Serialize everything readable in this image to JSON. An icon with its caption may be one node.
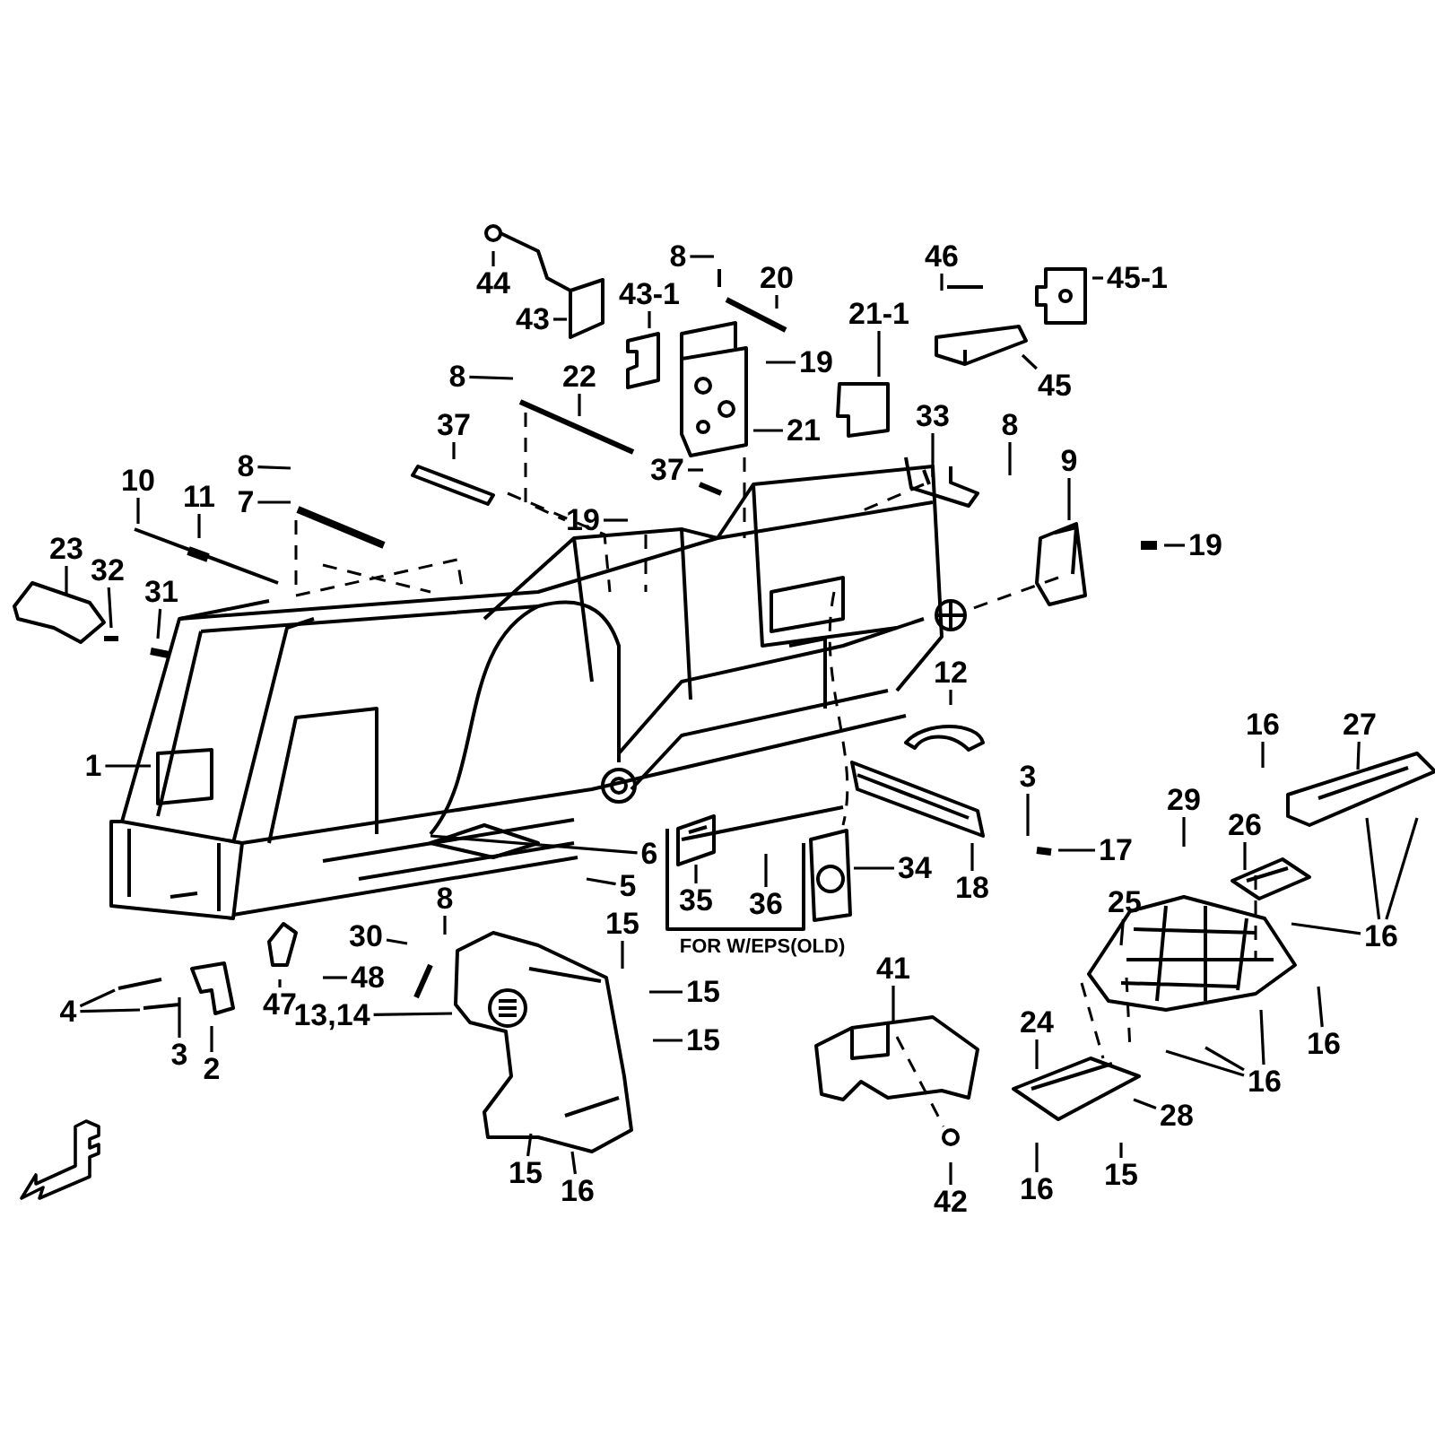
{
  "diagram": {
    "nodes": [
      {
        "text": [
          "44"
        ]
      },
      {
        "text": [
          "43"
        ]
      },
      {
        "text": [
          "43-1"
        ]
      },
      {
        "text": [
          "8"
        ]
      },
      {
        "text": [
          "20"
        ]
      },
      {
        "text": [
          "19"
        ]
      },
      {
        "text": [
          "21-1"
        ]
      },
      {
        "text": [
          "21"
        ]
      },
      {
        "text": [
          "46"
        ]
      },
      {
        "text": [
          "45-1"
        ]
      },
      {
        "text": [
          "45"
        ]
      },
      {
        "text": [
          "8"
        ]
      },
      {
        "text": [
          "22"
        ]
      },
      {
        "text": [
          "37"
        ]
      },
      {
        "text": [
          "37"
        ]
      },
      {
        "text": [
          "19"
        ]
      },
      {
        "text": [
          "33"
        ]
      },
      {
        "text": [
          "8"
        ]
      },
      {
        "text": [
          "9"
        ]
      },
      {
        "text": [
          "19"
        ]
      },
      {
        "text": [
          "8"
        ]
      },
      {
        "text": [
          "7"
        ]
      },
      {
        "text": [
          "10"
        ]
      },
      {
        "text": [
          "11"
        ]
      },
      {
        "text": [
          "23"
        ]
      },
      {
        "text": [
          "32"
        ]
      },
      {
        "text": [
          "31"
        ]
      },
      {
        "text": [
          "1"
        ]
      },
      {
        "text": [
          "12"
        ]
      },
      {
        "text": [
          "6"
        ]
      },
      {
        "text": [
          "5"
        ]
      },
      {
        "text": [
          "35"
        ]
      },
      {
        "text": [
          "36"
        ]
      },
      {
        "text": [
          "34"
        ]
      },
      {
        "text": [
          "18"
        ]
      },
      {
        "text": [
          "3"
        ]
      },
      {
        "text": [
          "17"
        ]
      },
      {
        "text": [
          "16"
        ]
      },
      {
        "text": [
          "27"
        ]
      },
      {
        "text": [
          "29"
        ]
      },
      {
        "text": [
          "26"
        ]
      },
      {
        "text": [
          "16"
        ]
      },
      {
        "text": [
          "25"
        ]
      },
      {
        "text": [
          "8"
        ]
      },
      {
        "text": [
          "30"
        ]
      },
      {
        "text": [
          "48"
        ]
      },
      {
        "text": [
          "47"
        ]
      },
      {
        "text": [
          "13,14"
        ]
      },
      {
        "text": [
          "15"
        ]
      },
      {
        "text": [
          "15"
        ]
      },
      {
        "text": [
          "15"
        ]
      },
      {
        "text": [
          "15"
        ]
      },
      {
        "text": [
          "16"
        ]
      },
      {
        "text": [
          "4"
        ]
      },
      {
        "text": [
          "3"
        ]
      },
      {
        "text": [
          "2"
        ]
      },
      {
        "text": [
          "41"
        ]
      },
      {
        "text": [
          "42"
        ]
      },
      {
        "text": [
          "24"
        ]
      },
      {
        "text": [
          "28"
        ]
      },
      {
        "text": [
          "16"
        ]
      },
      {
        "text": [
          "15"
        ]
      },
      {
        "text": [
          "16"
        ]
      },
      {
        "text": [
          "16"
        ]
      }
    ],
    "edges": [
      {
        "from": 0,
        "to": null,
        "arrow": "none"
      },
      {
        "from": 1,
        "to": null,
        "arrow": "none"
      },
      {
        "from": 2,
        "to": null,
        "arrow": "none"
      },
      {
        "from": 3,
        "to": null,
        "arrow": "none"
      },
      {
        "from": 4,
        "to": null,
        "arrow": "none"
      },
      {
        "from": 5,
        "to": null,
        "arrow": "none"
      },
      {
        "from": 6,
        "to": null,
        "arrow": "none"
      },
      {
        "from": 7,
        "to": null,
        "arrow": "none"
      },
      {
        "from": 8,
        "to": null,
        "arrow": "none"
      },
      {
        "from": 9,
        "to": null,
        "arrow": "none"
      },
      {
        "from": 10,
        "to": null,
        "arrow": "none"
      },
      {
        "from": 11,
        "to": null,
        "arrow": "none"
      },
      {
        "from": 12,
        "to": null,
        "arrow": "none"
      },
      {
        "from": 13,
        "to": null,
        "arrow": "none"
      },
      {
        "from": 14,
        "to": null,
        "arrow": "none"
      },
      {
        "from": 15,
        "to": null,
        "arrow": "none"
      },
      {
        "from": 16,
        "to": null,
        "arrow": "none"
      },
      {
        "from": 17,
        "to": null,
        "arrow": "none"
      },
      {
        "from": 18,
        "to": null,
        "arrow": "none"
      },
      {
        "from": 19,
        "to": null,
        "arrow": "none"
      },
      {
        "from": 20,
        "to": null,
        "arrow": "none"
      },
      {
        "from": 21,
        "to": null,
        "arrow": "none"
      },
      {
        "from": 22,
        "to": null,
        "arrow": "none"
      },
      {
        "from": 23,
        "to": null,
        "arrow": "none"
      },
      {
        "from": 24,
        "to": null,
        "arrow": "none"
      },
      {
        "from": 25,
        "to": null,
        "arrow": "none"
      },
      {
        "from": 26,
        "to": null,
        "arrow": "none"
      },
      {
        "from": 27,
        "to": null,
        "arrow": "none"
      },
      {
        "from": 28,
        "to": null,
        "arrow": "none"
      },
      {
        "from": 29,
        "to": null,
        "arrow": "none"
      },
      {
        "from": 30,
        "to": null,
        "arrow": "none"
      },
      {
        "from": 31,
        "to": null,
        "arrow": "none"
      },
      {
        "from": 32,
        "to": null,
        "arrow": "none"
      },
      {
        "from": 33,
        "to": null,
        "arrow": "none"
      },
      {
        "from": 34,
        "to": null,
        "arrow": "none"
      },
      {
        "from": 35,
        "to": null,
        "arrow": "none"
      },
      {
        "from": 36,
        "to": null,
        "arrow": "none"
      },
      {
        "from": 37,
        "to": null,
        "arrow": "none"
      },
      {
        "from": 38,
        "to": null,
        "arrow": "none"
      },
      {
        "from": 39,
        "to": null,
        "arrow": "none"
      },
      {
        "from": 40,
        "to": null,
        "arrow": "none"
      },
      {
        "from": 41,
        "to": null,
        "arrow": "none"
      },
      {
        "from": 41,
        "to": null,
        "arrow": "none"
      },
      {
        "from": 41,
        "to": null,
        "arrow": "none"
      },
      {
        "from": 42,
        "to": null,
        "arrow": "none"
      },
      {
        "from": 43,
        "to": null,
        "arrow": "none"
      },
      {
        "from": 44,
        "to": null,
        "arrow": "none"
      },
      {
        "from": 45,
        "to": null,
        "arrow": "none"
      },
      {
        "from": 46,
        "to": null,
        "arrow": "none"
      },
      {
        "from": 47,
        "to": null,
        "arrow": "none"
      },
      {
        "from": 48,
        "to": null,
        "arrow": "none"
      },
      {
        "from": 49,
        "to": null,
        "arrow": "none"
      },
      {
        "from": 50,
        "to": null,
        "arrow": "none"
      },
      {
        "from": 51,
        "to": null,
        "arrow": "none"
      },
      {
        "from": 52,
        "to": null,
        "arrow": "none"
      },
      {
        "from": 53,
        "to": null,
        "arrow": "none"
      },
      {
        "from": 53,
        "to": null,
        "arrow": "none"
      },
      {
        "from": 54,
        "to": null,
        "arrow": "none"
      },
      {
        "from": 55,
        "to": null,
        "arrow": "none"
      },
      {
        "from": 56,
        "to": null,
        "arrow": "none"
      },
      {
        "from": 57,
        "to": null,
        "arrow": "none"
      },
      {
        "from": 58,
        "to": null,
        "arrow": "none"
      },
      {
        "from": 59,
        "to": null,
        "arrow": "none"
      },
      {
        "from": 60,
        "to": null,
        "arrow": "none"
      },
      {
        "from": 61,
        "to": null,
        "arrow": "none"
      },
      {
        "from": 62,
        "to": null,
        "arrow": "none"
      },
      {
        "from": 63,
        "to": null,
        "arrow": "none"
      },
      {
        "from": 63,
        "to": null,
        "arrow": "none"
      },
      {
        "from": 63,
        "to": null,
        "arrow": "none"
      }
    ],
    "labels": [
      "FOR W/EPS(OLD)"
    ]
  }
}
